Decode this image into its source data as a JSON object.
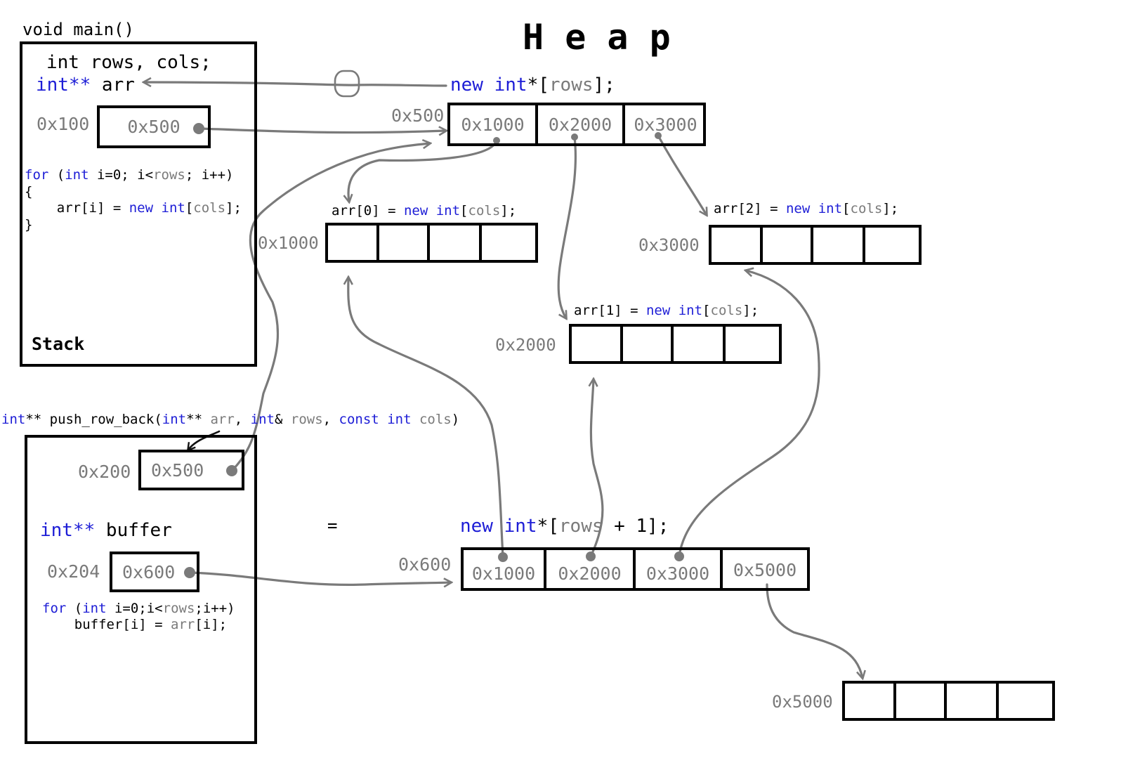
{
  "heap_title": "H e a p",
  "main": {
    "signature": "void main()",
    "decl": "int rows, cols;",
    "arr_type": "int**",
    "arr_name": " arr",
    "arr_address": "0x100",
    "arr_value": "0x500",
    "loop": {
      "line1_kw1": "for",
      "line1_mid1": " (",
      "line1_kw2": "int",
      "line1_mid2": " i=0; i<",
      "line1_var": "rows",
      "line1_end": "; i++)",
      "line2": "{",
      "line3_pre": "    arr[i] = ",
      "line3_kw1": "new",
      "line3_sp": " ",
      "line3_kw2": "int",
      "line3_b1": "[",
      "line3_var": "cols",
      "line3_b2": "];",
      "line4": "}"
    },
    "stack_label": "Stack"
  },
  "assign_symbol": "=",
  "row_ptrs": {
    "expr_new": "new",
    "expr_type": " int",
    "expr_star": "*[",
    "expr_var": "rows",
    "expr_end": "];",
    "address": "0x500",
    "cells": [
      "0x1000",
      "0x2000",
      "0x3000"
    ]
  },
  "rows": [
    {
      "label_pre": "arr[0] = ",
      "label_new": "new",
      "label_type": " int",
      "label_b1": "[",
      "label_var": "cols",
      "label_b2": "];",
      "address": "0x1000",
      "cells": 4
    },
    {
      "label_pre": "arr[1] = ",
      "label_new": "new",
      "label_type": " int",
      "label_b1": "[",
      "label_var": "cols",
      "label_b2": "];",
      "address": "0x2000",
      "cells": 4
    },
    {
      "label_pre": "arr[2] = ",
      "label_new": "new",
      "label_type": " int",
      "label_b1": "[",
      "label_var": "cols",
      "label_b2": "];",
      "address": "0x3000",
      "cells": 4
    }
  ],
  "push_fn": {
    "sig_t1": "int",
    "sig_p1": "** push_row_back(",
    "sig_t2": "int",
    "sig_p2": "** ",
    "sig_v1": "arr",
    "sig_p3": ", ",
    "sig_t3": "int",
    "sig_p4": "& ",
    "sig_v2": "rows",
    "sig_p5": ", ",
    "sig_t4": "const",
    "sig_p6": " ",
    "sig_t5": "int",
    "sig_p7": " ",
    "sig_v3": "cols",
    "sig_p8": ")",
    "arr_address": "0x200",
    "arr_value": "0x500",
    "buffer_type": "int**",
    "buffer_name": " buffer",
    "buffer_address": "0x204",
    "buffer_value": "0x600",
    "loop": {
      "l1_kw1": "for",
      "l1_m1": " (",
      "l1_kw2": "int",
      "l1_m2": " i=0;i<",
      "l1_var": "rows",
      "l1_end": ";i++)",
      "l2_pre": "    buffer[i] = ",
      "l2_var": "arr",
      "l2_end": "[i];"
    }
  },
  "buffer_heap": {
    "expr_new": "new",
    "expr_type": " int",
    "expr_star": "*[",
    "expr_var": "rows",
    "expr_end": " + 1];",
    "address": "0x600",
    "cells": [
      "0x1000",
      "0x2000",
      "0x3000",
      "0x5000"
    ]
  },
  "new_row": {
    "address": "0x5000",
    "cells": 4
  },
  "colors": {
    "keyword": "#1d1dd6",
    "pointer": "#7a7a7a",
    "box": "#000000"
  }
}
